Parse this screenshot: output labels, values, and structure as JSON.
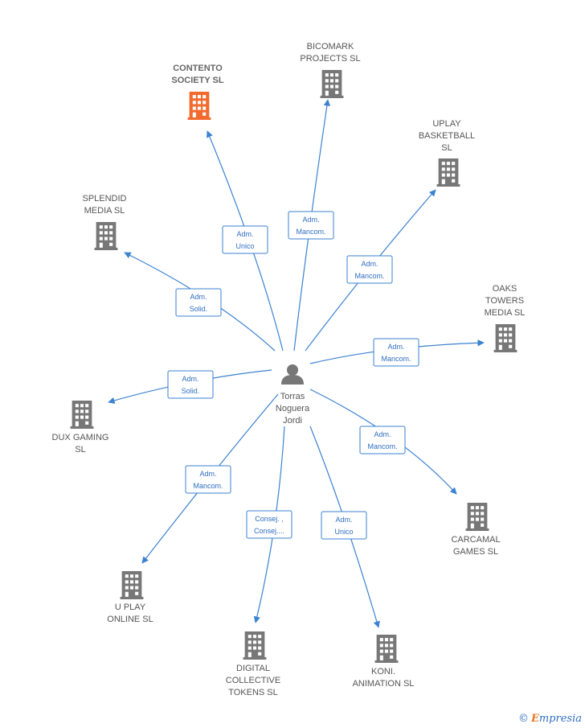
{
  "person": {
    "lines": [
      "Torras",
      "Noguera",
      "Jordi"
    ],
    "icon": "person-icon"
  },
  "colors": {
    "edge": "#3b82d0",
    "building": "#777777",
    "highlight": "#f26a2e",
    "role_text": "#2f6fc0"
  },
  "companies": [
    {
      "id": "contento",
      "lines": [
        "CONTENTO",
        "SOCIETY  SL"
      ],
      "highlight": true,
      "role": [
        "Adm.",
        "Unico"
      ]
    },
    {
      "id": "bicomark",
      "lines": [
        "BICOMARK",
        "PROJECTS  SL"
      ],
      "highlight": false,
      "role": [
        "Adm.",
        "Mancom."
      ]
    },
    {
      "id": "uplay-basketball",
      "lines": [
        "UPLAY",
        "BASKETBALL",
        "SL"
      ],
      "highlight": false,
      "role": [
        "Adm.",
        "Mancom."
      ]
    },
    {
      "id": "splendid",
      "lines": [
        "SPLENDID",
        "MEDIA  SL"
      ],
      "highlight": false,
      "role": [
        "Adm.",
        "Solid."
      ]
    },
    {
      "id": "oaks",
      "lines": [
        "OAKS",
        "TOWERS",
        "MEDIA  SL"
      ],
      "highlight": false,
      "role": [
        "Adm.",
        "Mancom."
      ]
    },
    {
      "id": "dux",
      "lines": [
        "DUX GAMING",
        "SL"
      ],
      "highlight": false,
      "role": [
        "Adm.",
        "Solid."
      ]
    },
    {
      "id": "carcamal",
      "lines": [
        "CARCAMAL",
        "GAMES  SL"
      ],
      "highlight": false,
      "role": [
        "Adm.",
        "Mancom."
      ]
    },
    {
      "id": "uplay-online",
      "lines": [
        "U PLAY",
        "ONLINE SL"
      ],
      "highlight": false,
      "role": [
        "Adm.",
        "Mancom."
      ]
    },
    {
      "id": "digital",
      "lines": [
        "DIGITAL",
        "COLLECTIVE",
        "TOKENS  SL"
      ],
      "highlight": false,
      "role": [
        "Consej. ,",
        "Consej...."
      ]
    },
    {
      "id": "koni",
      "lines": [
        "KONI.",
        "ANIMATION  SL"
      ],
      "highlight": false,
      "role": [
        "Adm.",
        "Unico"
      ]
    }
  ],
  "watermark": {
    "copyright": "©",
    "brand_first": "E",
    "brand_rest": "mpresia"
  }
}
